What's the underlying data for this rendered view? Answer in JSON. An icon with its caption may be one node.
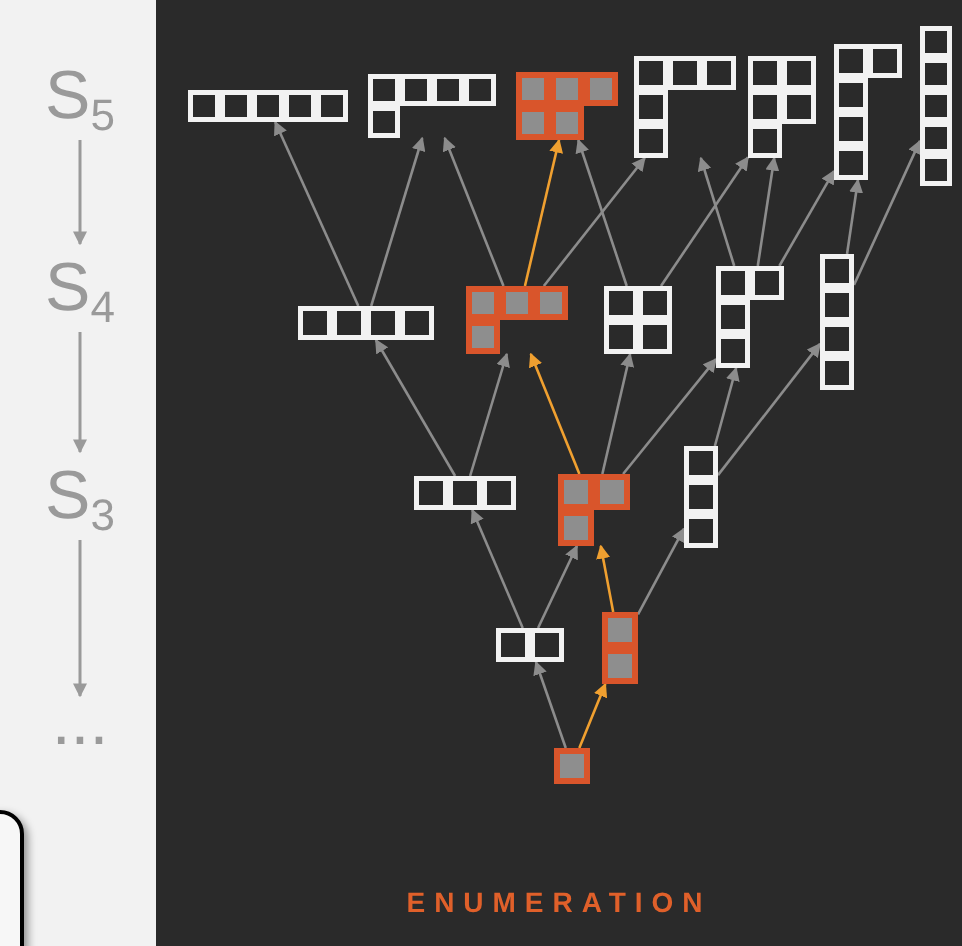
{
  "diagram": {
    "caption": "ENUMERATION",
    "nodes": [
      {
        "text": [
          "S$_{5}$"
        ]
      },
      {
        "text": [
          "S$_{4}$"
        ]
      },
      {
        "text": [
          "S$_{3}$"
        ]
      },
      {
        "text": [
          "..."
        ]
      },
      {
        "text": [],
        "shape": "picture"
      },
      {
        "text": [],
        "shape": "picture"
      },
      {
        "text": [],
        "shape": "picture"
      },
      {
        "text": [],
        "shape": "picture"
      },
      {
        "text": [],
        "shape": "picture"
      },
      {
        "text": [],
        "shape": "picture"
      },
      {
        "text": [],
        "shape": "picture"
      },
      {
        "text": [],
        "shape": "picture"
      },
      {
        "text": [],
        "shape": "picture"
      },
      {
        "text": [],
        "shape": "picture"
      },
      {
        "text": [],
        "shape": "picture"
      },
      {
        "text": [],
        "shape": "picture"
      },
      {
        "text": [],
        "shape": "picture"
      },
      {
        "text": [],
        "shape": "picture"
      },
      {
        "text": [],
        "shape": "picture"
      },
      {
        "text": [],
        "shape": "picture"
      },
      {
        "text": [],
        "shape": "picture"
      },
      {
        "text": [],
        "shape": "picture"
      }
    ],
    "edges": [
      {
        "from": 0,
        "to": 1,
        "arrow": "to"
      },
      {
        "from": 1,
        "to": 2,
        "arrow": "to"
      },
      {
        "from": 2,
        "to": 3,
        "arrow": "to"
      },
      {
        "from": 21,
        "to": 19,
        "arrow": "to"
      },
      {
        "from": 21,
        "to": 20,
        "arrow": "to",
        "color": "#f0a030"
      },
      {
        "from": 19,
        "to": 16,
        "arrow": "to"
      },
      {
        "from": 19,
        "to": 17,
        "arrow": "to"
      },
      {
        "from": 20,
        "to": 17,
        "arrow": "to",
        "color": "#f0a030"
      },
      {
        "from": 20,
        "to": 18,
        "arrow": "to"
      },
      {
        "from": 16,
        "to": 11,
        "arrow": "to"
      },
      {
        "from": 16,
        "to": 12,
        "arrow": "to"
      },
      {
        "from": 17,
        "to": 12,
        "arrow": "to",
        "color": "#f0a030"
      },
      {
        "from": 17,
        "to": 13,
        "arrow": "to"
      },
      {
        "from": 17,
        "to": 14,
        "arrow": "to"
      },
      {
        "from": 18,
        "to": 14,
        "arrow": "to"
      },
      {
        "from": 18,
        "to": 15,
        "arrow": "to"
      },
      {
        "from": 11,
        "to": 4,
        "arrow": "to"
      },
      {
        "from": 11,
        "to": 5,
        "arrow": "to"
      },
      {
        "from": 12,
        "to": 5,
        "arrow": "to"
      },
      {
        "from": 12,
        "to": 6,
        "arrow": "to",
        "color": "#f0a030"
      },
      {
        "from": 12,
        "to": 7,
        "arrow": "to"
      },
      {
        "from": 13,
        "to": 6,
        "arrow": "to"
      },
      {
        "from": 13,
        "to": 8,
        "arrow": "to"
      },
      {
        "from": 14,
        "to": 7,
        "arrow": "to"
      },
      {
        "from": 14,
        "to": 8,
        "arrow": "to"
      },
      {
        "from": 14,
        "to": 9,
        "arrow": "to"
      },
      {
        "from": 15,
        "to": 9,
        "arrow": "to"
      },
      {
        "from": 15,
        "to": 10,
        "arrow": "to"
      }
    ]
  }
}
